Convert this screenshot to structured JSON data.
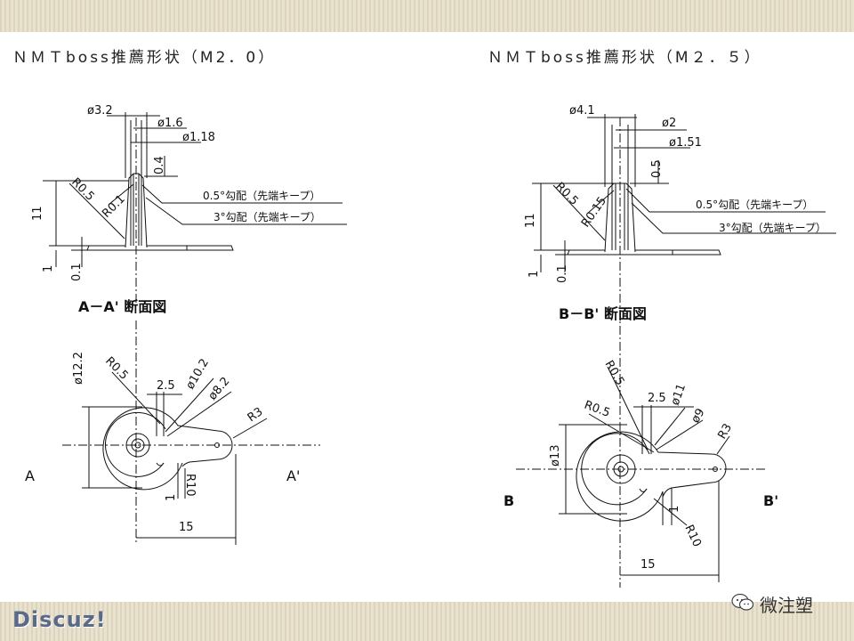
{
  "logo": "Discuz!",
  "watermark": "微注塑",
  "left": {
    "title": "ＮＭＴboss推薦形状（M2．0）",
    "section_label": "A－A' 断面図",
    "dims": {
      "d_outer": "ø3.2",
      "d_mid": "ø1.6",
      "d_inner": "ø1.18",
      "h_top": "0.4",
      "r_root": "R0.5",
      "r_tip": "R0.1",
      "height": "11",
      "base": "1",
      "base_t": "0.1",
      "note1": "0.5°勾配（先端キープ）",
      "note2": "3°勾配（先端キープ）",
      "pd_outer": "ø12.2",
      "pr": "R0.5",
      "pw": "2.5",
      "pd_mid": "ø10.2",
      "pd_inner": "ø8.2",
      "pr3": "R3",
      "pr10": "R10",
      "pone": "1",
      "plen": "15"
    },
    "end_left": "A",
    "end_right": "A'"
  },
  "right": {
    "title": "ＮＭＴboss推薦形状（M２．５）",
    "section_label": "B－B' 断面図",
    "dims": {
      "d_outer": "ø4.1",
      "d_mid": "ø2",
      "d_inner": "ø1.51",
      "h_top": "0.5",
      "r_root": "R0.5",
      "r_tip": "R0.15",
      "height": "11",
      "base": "1",
      "base_t": "0.1",
      "note1": "0.5°勾配（先端キープ）",
      "note2": "3°勾配（先端キープ）",
      "pr_top": "R0.5",
      "pd_outer": "ø13",
      "pr": "R0.5",
      "pw": "2.5",
      "pd_mid": "ø11",
      "pd_inner": "ø9",
      "pr3": "R3",
      "pr10": "R10",
      "pone": "1",
      "plen": "15"
    },
    "end_left": "B",
    "end_right": "B'"
  }
}
